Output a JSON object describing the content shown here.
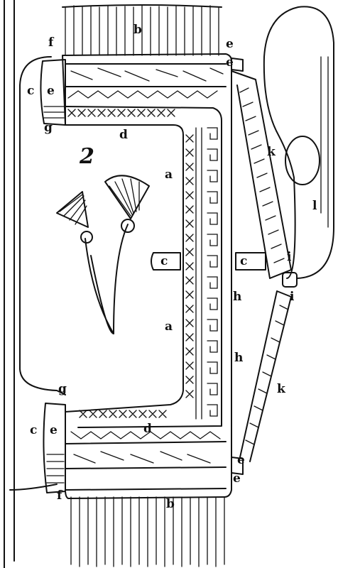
{
  "figure": {
    "number": "2",
    "labels": {
      "a1": "a",
      "a2": "a",
      "b_top": "b",
      "b_bottom": "b",
      "c_left_top": "c",
      "c_left_bottom": "c",
      "c_mid_left": "c",
      "c_mid_right": "c",
      "d_top": "d",
      "d_bottom": "d",
      "e_left_top": "e",
      "e_left_bottom": "e",
      "e_right_top": "e",
      "e_right_top2": "e",
      "e_right_bottom": "e",
      "e_right_bottom2": "e",
      "f_top": "f",
      "f_bottom": "f",
      "g_top": "g",
      "g_bottom": "g",
      "h1": "h",
      "h2": "h",
      "i1": "i",
      "i2": "i",
      "k1": "k",
      "k2": "k",
      "l": "l"
    }
  }
}
